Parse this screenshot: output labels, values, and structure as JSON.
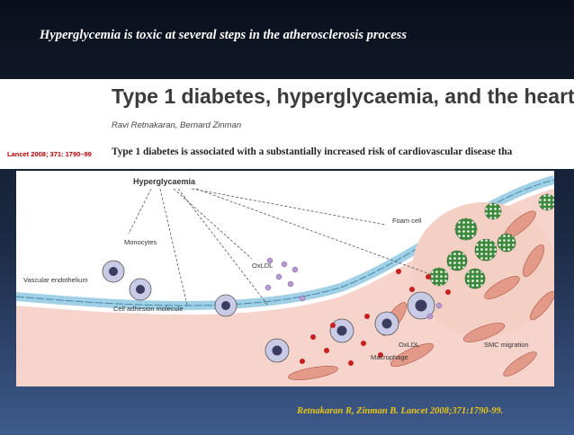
{
  "slide": {
    "title": "Hyperglycemia is toxic at several steps in the atherosclerosis process",
    "reference": "Retnakaran R, Zinman B. Lancet 2008;371:1790-99."
  },
  "paper": {
    "title": "Type 1 diabetes, hyperglycaemia, and the heart",
    "authors": "Ravi Retnakaran, Bernard Zinman",
    "citation": "Lancet 2008; 371: 1790–99",
    "lead_text": "Type 1 diabetes is associated with a substantially increased risk of cardiovascular disease tha"
  },
  "figure": {
    "labels": {
      "hyperglycaemia": "Hyperglycaemia",
      "monocytes": "Monocytes",
      "vascular_endothelium": "Vascular endothelium",
      "cell_adhesion_molecule": "Cell adhesion molecule",
      "oxldl_top": "OxLDL",
      "oxldl_bottom": "OxLDL",
      "macrophage": "Macrophage",
      "foam_cell": "Foam cell",
      "smc_migration": "SMC migration"
    },
    "colors": {
      "endothelium": "#9fd0e6",
      "intima": "#f6d4cc",
      "smc": "#e39a88",
      "foam": "#3d8a3d",
      "ldl_dot": "#c71f1f",
      "oxldl_dot": "#b69ad0"
    }
  }
}
